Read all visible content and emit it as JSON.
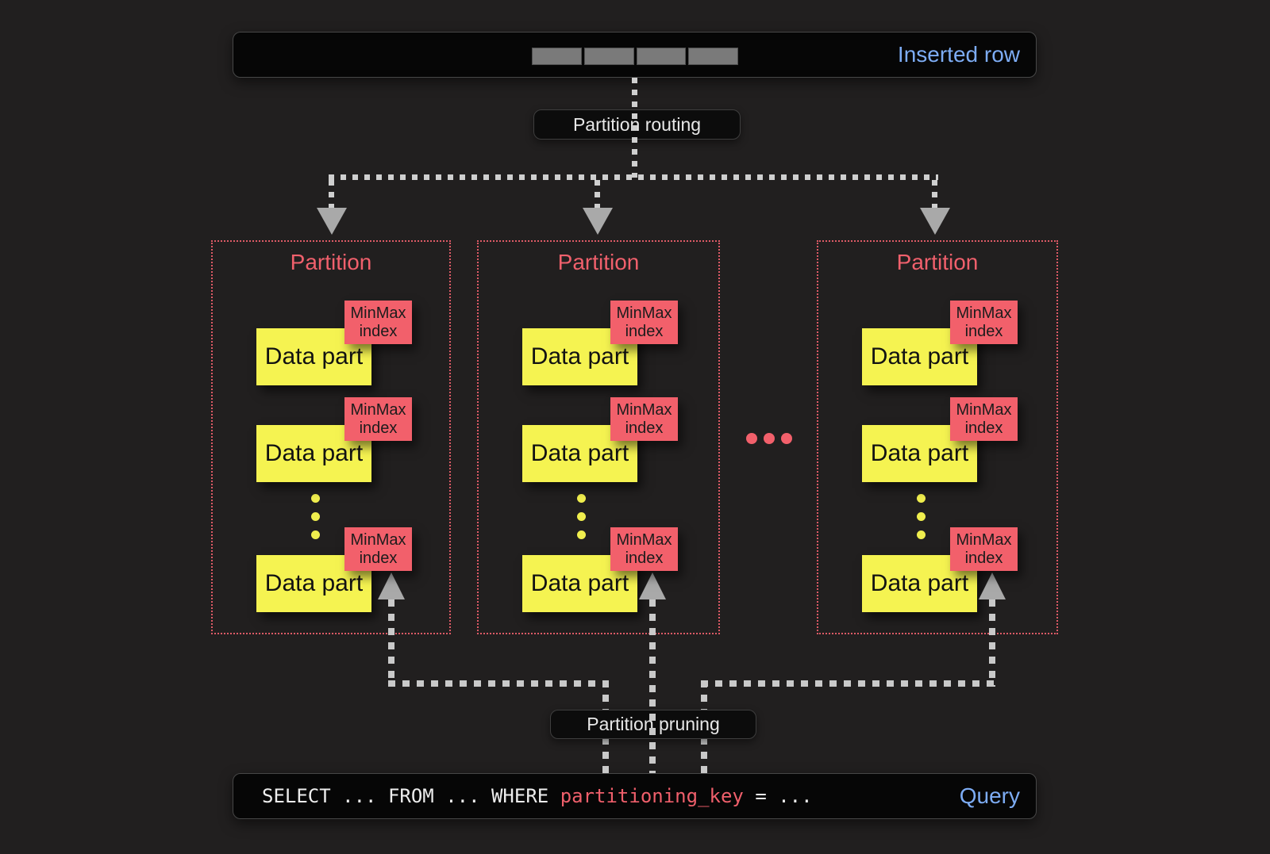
{
  "colors": {
    "background": "#211f1f",
    "bar_background": "#060606",
    "accent_blue": "#7dacf4",
    "accent_red": "#f2606b",
    "partition_border_red": "#dd5a66",
    "data_part_yellow": "#f5f351",
    "connector_gray": "#cfcfcf",
    "arrow_gray": "#a9a9a9",
    "inserted_cell_gray": "#7a7a7a"
  },
  "inserted_row": {
    "label": "Inserted row",
    "cell_count": 4
  },
  "routing": {
    "label": "Partition routing"
  },
  "pruning": {
    "label": "Partition pruning"
  },
  "partitions": [
    {
      "title": "Partition",
      "data_parts": [
        {
          "label": "Data part",
          "index_label": "MinMax index"
        },
        {
          "label": "Data part",
          "index_label": "MinMax index"
        },
        {
          "label": "Data part",
          "index_label": "MinMax index"
        }
      ]
    },
    {
      "title": "Partition",
      "data_parts": [
        {
          "label": "Data part",
          "index_label": "MinMax index"
        },
        {
          "label": "Data part",
          "index_label": "MinMax index"
        },
        {
          "label": "Data part",
          "index_label": "MinMax index"
        }
      ]
    },
    {
      "title": "Partition",
      "data_parts": [
        {
          "label": "Data part",
          "index_label": "MinMax index"
        },
        {
          "label": "Data part",
          "index_label": "MinMax index"
        },
        {
          "label": "Data part",
          "index_label": "MinMax index"
        }
      ]
    }
  ],
  "ellipsis": {
    "vertical_dots_per_partition": 3,
    "horizontal_dots_between_partitions": 3
  },
  "query": {
    "sql_prefix": "SELECT ... FROM ... WHERE ",
    "sql_key": "partitioning_key",
    "sql_suffix": " = ...",
    "label": "Query"
  }
}
